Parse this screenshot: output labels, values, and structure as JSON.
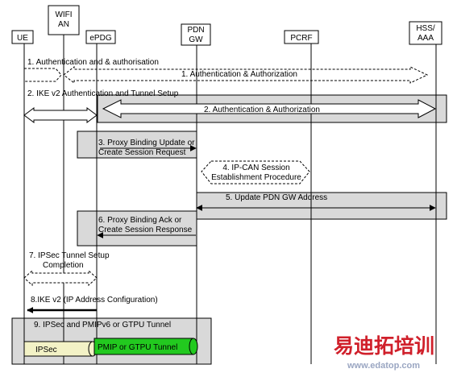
{
  "entities": {
    "ue": "UE",
    "wifi_an": [
      "WIFI",
      "AN"
    ],
    "epdg": "ePDG",
    "pdn_gw": [
      "PDN",
      "GW"
    ],
    "pcrf": "PCRF",
    "hss_aaa": [
      "HSS/",
      "AAA"
    ]
  },
  "steps": {
    "s1_left": "1. Authentication and & authorisation",
    "s1_right": "1. Authentication & Authorization",
    "s2_left": "2. IKE v2 Authentication and Tunnel Setup",
    "s2_right": "2. Authentication & Authorization",
    "s3": [
      "3. Proxy Binding Update or",
      "Create Session Request"
    ],
    "s4": [
      "4. IP-CAN Session",
      "Establishment Procedure"
    ],
    "s5": "5. Update PDN GW Address",
    "s6": [
      "6. Proxy Binding Ack or",
      "Create Session Response"
    ],
    "s7": [
      "7. IPSec Tunnel Setup",
      "Completion"
    ],
    "s8": "8.IKE v2 (IP Address Configuration)",
    "s9": "9. IPSec and PMIPv6 or GTPU Tunnel",
    "ipsec_pipe": "IPSec",
    "pmip_pipe": "PMIP or GTPU Tunnel"
  },
  "watermark": {
    "site_name_cn": "易迪拓培训",
    "site_url": "www.edatop.com"
  },
  "colors": {
    "box_fill": "#d9d9d9",
    "ipsec_pipe": "#f3f2c6",
    "pmip_pipe": "#22c91f",
    "watermark_red": "#d0202b",
    "watermark_url": "#9aa6c2"
  }
}
